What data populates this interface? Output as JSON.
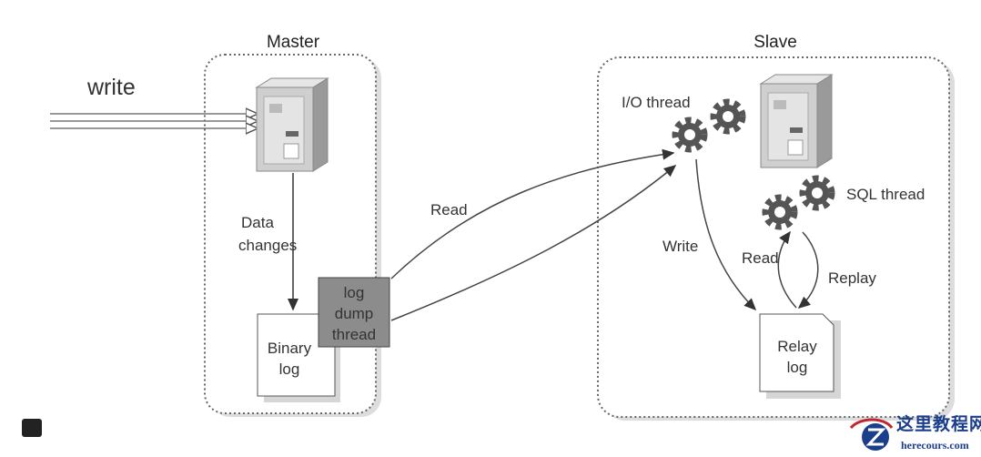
{
  "master": {
    "title": "Master",
    "write_label": "write",
    "data_changes": [
      "Data",
      "changes"
    ],
    "binary_log": [
      "Binary",
      "log"
    ],
    "log_dump_thread": [
      "log",
      "dump",
      "thread"
    ]
  },
  "slave": {
    "title": "Slave",
    "io_thread": "I/O thread",
    "sql_thread": "SQL thread",
    "relay_log": [
      "Relay",
      "log"
    ],
    "write_label": "Write",
    "read_label": "Read",
    "replay_label": "Replay"
  },
  "read_label": "Read",
  "watermark": {
    "cn": "这里教程网",
    "en": "herecours.com"
  },
  "colors": {
    "dump_thread_fill": "#8c8c8c",
    "gear": "#555555",
    "logo": "#1a3e8c",
    "logo_red": "#c0262d"
  }
}
